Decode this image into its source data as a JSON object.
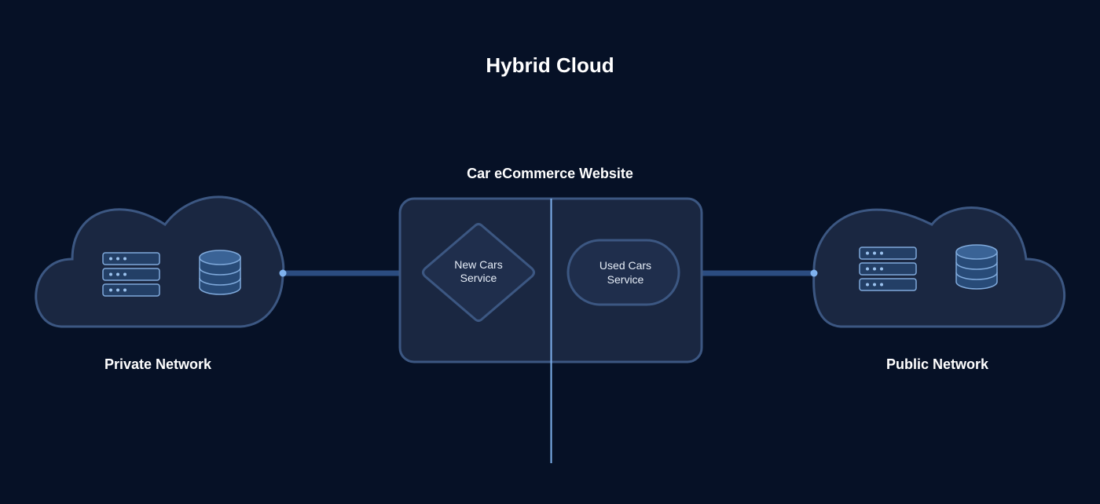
{
  "diagram": {
    "title": "Hybrid Cloud",
    "website_label": "Car eCommerce Website",
    "private_network": {
      "label": "Private Network",
      "icons": [
        "server-rack-icon",
        "database-icon"
      ]
    },
    "public_network": {
      "label": "Public Network",
      "icons": [
        "server-rack-icon",
        "database-icon"
      ]
    },
    "services": {
      "new_cars": {
        "line1": "New Cars",
        "line2": "Service"
      },
      "used_cars": {
        "line1": "Used Cars",
        "line2": "Service"
      }
    },
    "colors": {
      "background": "#061126",
      "panel_fill": "#1a2741",
      "panel_stroke": "#3c5782",
      "connector": "#2b4c80",
      "divider": "#7fb2ee",
      "icon_stroke": "#7fa9db",
      "icon_fill": "#284b78"
    }
  }
}
